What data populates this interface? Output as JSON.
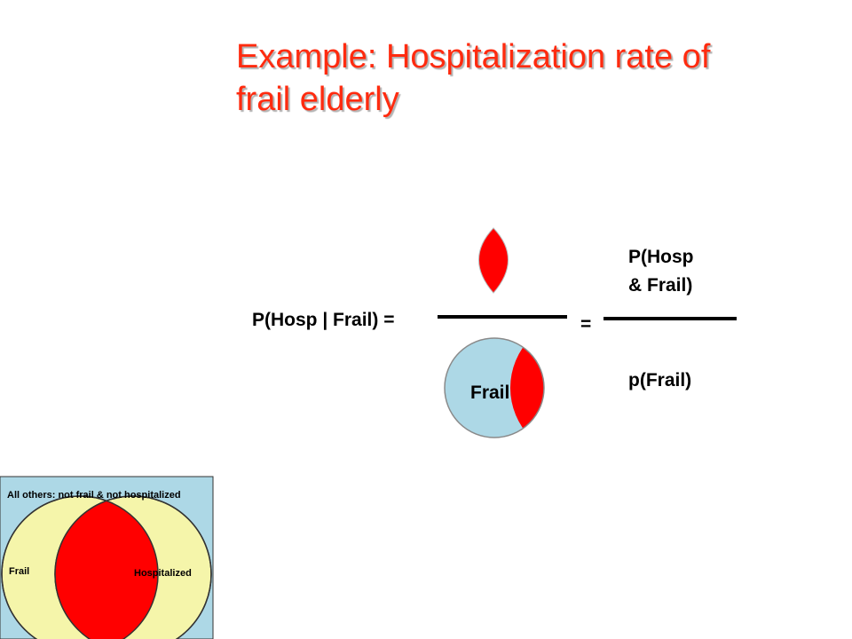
{
  "slide": {
    "title_line1": "Example:  Hospitalization rate of",
    "title_line2": "frail elderly"
  },
  "formula": {
    "lhs": "P(Hosp | Frail) =",
    "equals": "=",
    "numerator_line1": "P(Hosp",
    "numerator_line2": "& Frail)",
    "denominator": "p(Frail)",
    "frail_circle_label": "Frail"
  },
  "venn": {
    "caption": "All others:  not frail & not hospitalized",
    "left_label": "Frail",
    "right_label": "Hospitalized"
  },
  "colors": {
    "title": "#ff2b0f",
    "intersection": "#ff0000",
    "frail_circle_fill": "#add8e6",
    "venn_background": "#add8e6",
    "venn_circle_fill": "#f5f5aa"
  }
}
